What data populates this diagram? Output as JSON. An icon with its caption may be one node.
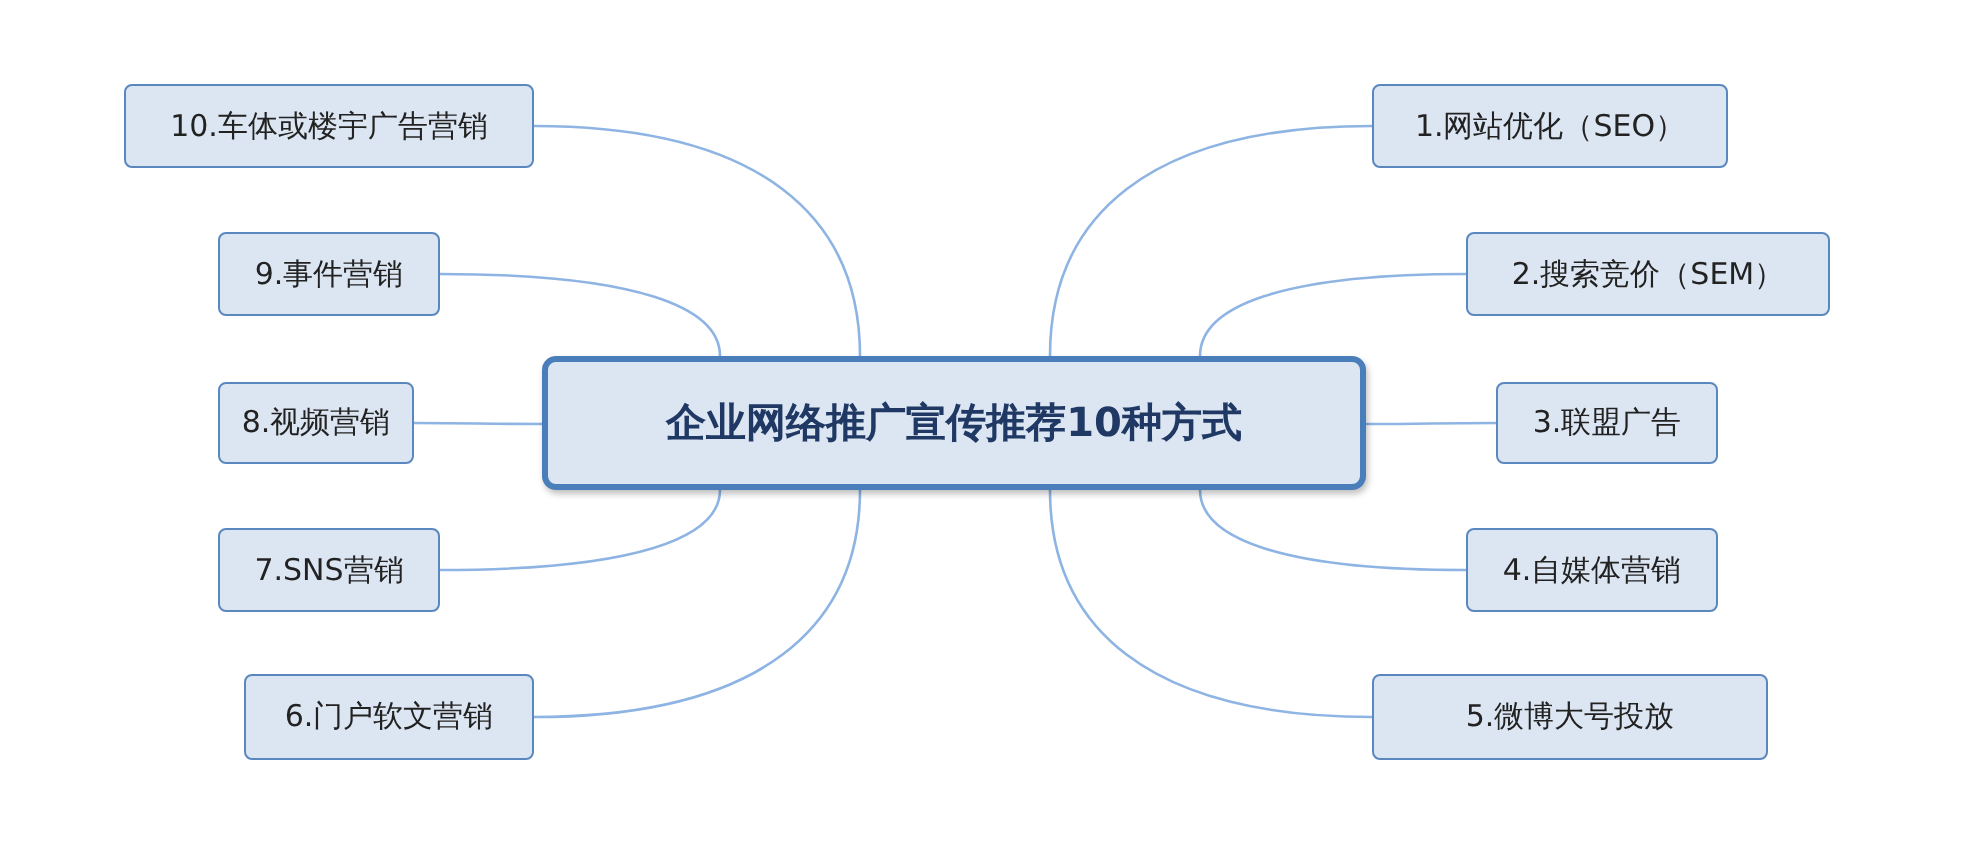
{
  "diagram": {
    "nodes": [
      {
        "text": [
          "企业网络推广宣传推荐10种方式"
        ]
      },
      {
        "text": [
          "1.网站优化（SEO）"
        ]
      },
      {
        "text": [
          "2.搜索竞价（SEM）"
        ]
      },
      {
        "text": [
          "3.联盟广告"
        ]
      },
      {
        "text": [
          "4.自媒体营销"
        ]
      },
      {
        "text": [
          "5.微博大号投放"
        ]
      },
      {
        "text": [
          "6.门户软文营销"
        ]
      },
      {
        "text": [
          "7.SNS营销"
        ]
      },
      {
        "text": [
          "8.视频营销"
        ]
      },
      {
        "text": [
          "9.事件营销"
        ]
      },
      {
        "text": [
          "10.车体或楼宇广告营销"
        ]
      }
    ],
    "edges": [
      {
        "from": 0,
        "to": 1,
        "arrow": "none"
      },
      {
        "from": 0,
        "to": 2,
        "arrow": "none"
      },
      {
        "from": 0,
        "to": 3,
        "arrow": "none"
      },
      {
        "from": 0,
        "to": 4,
        "arrow": "none"
      },
      {
        "from": 0,
        "to": 5,
        "arrow": "none"
      },
      {
        "from": 0,
        "to": 6,
        "arrow": "none"
      },
      {
        "from": 0,
        "to": 7,
        "arrow": "none"
      },
      {
        "from": 0,
        "to": 8,
        "arrow": "none"
      },
      {
        "from": 0,
        "to": 9,
        "arrow": "none"
      },
      {
        "from": 0,
        "to": 10,
        "arrow": "none"
      }
    ]
  }
}
